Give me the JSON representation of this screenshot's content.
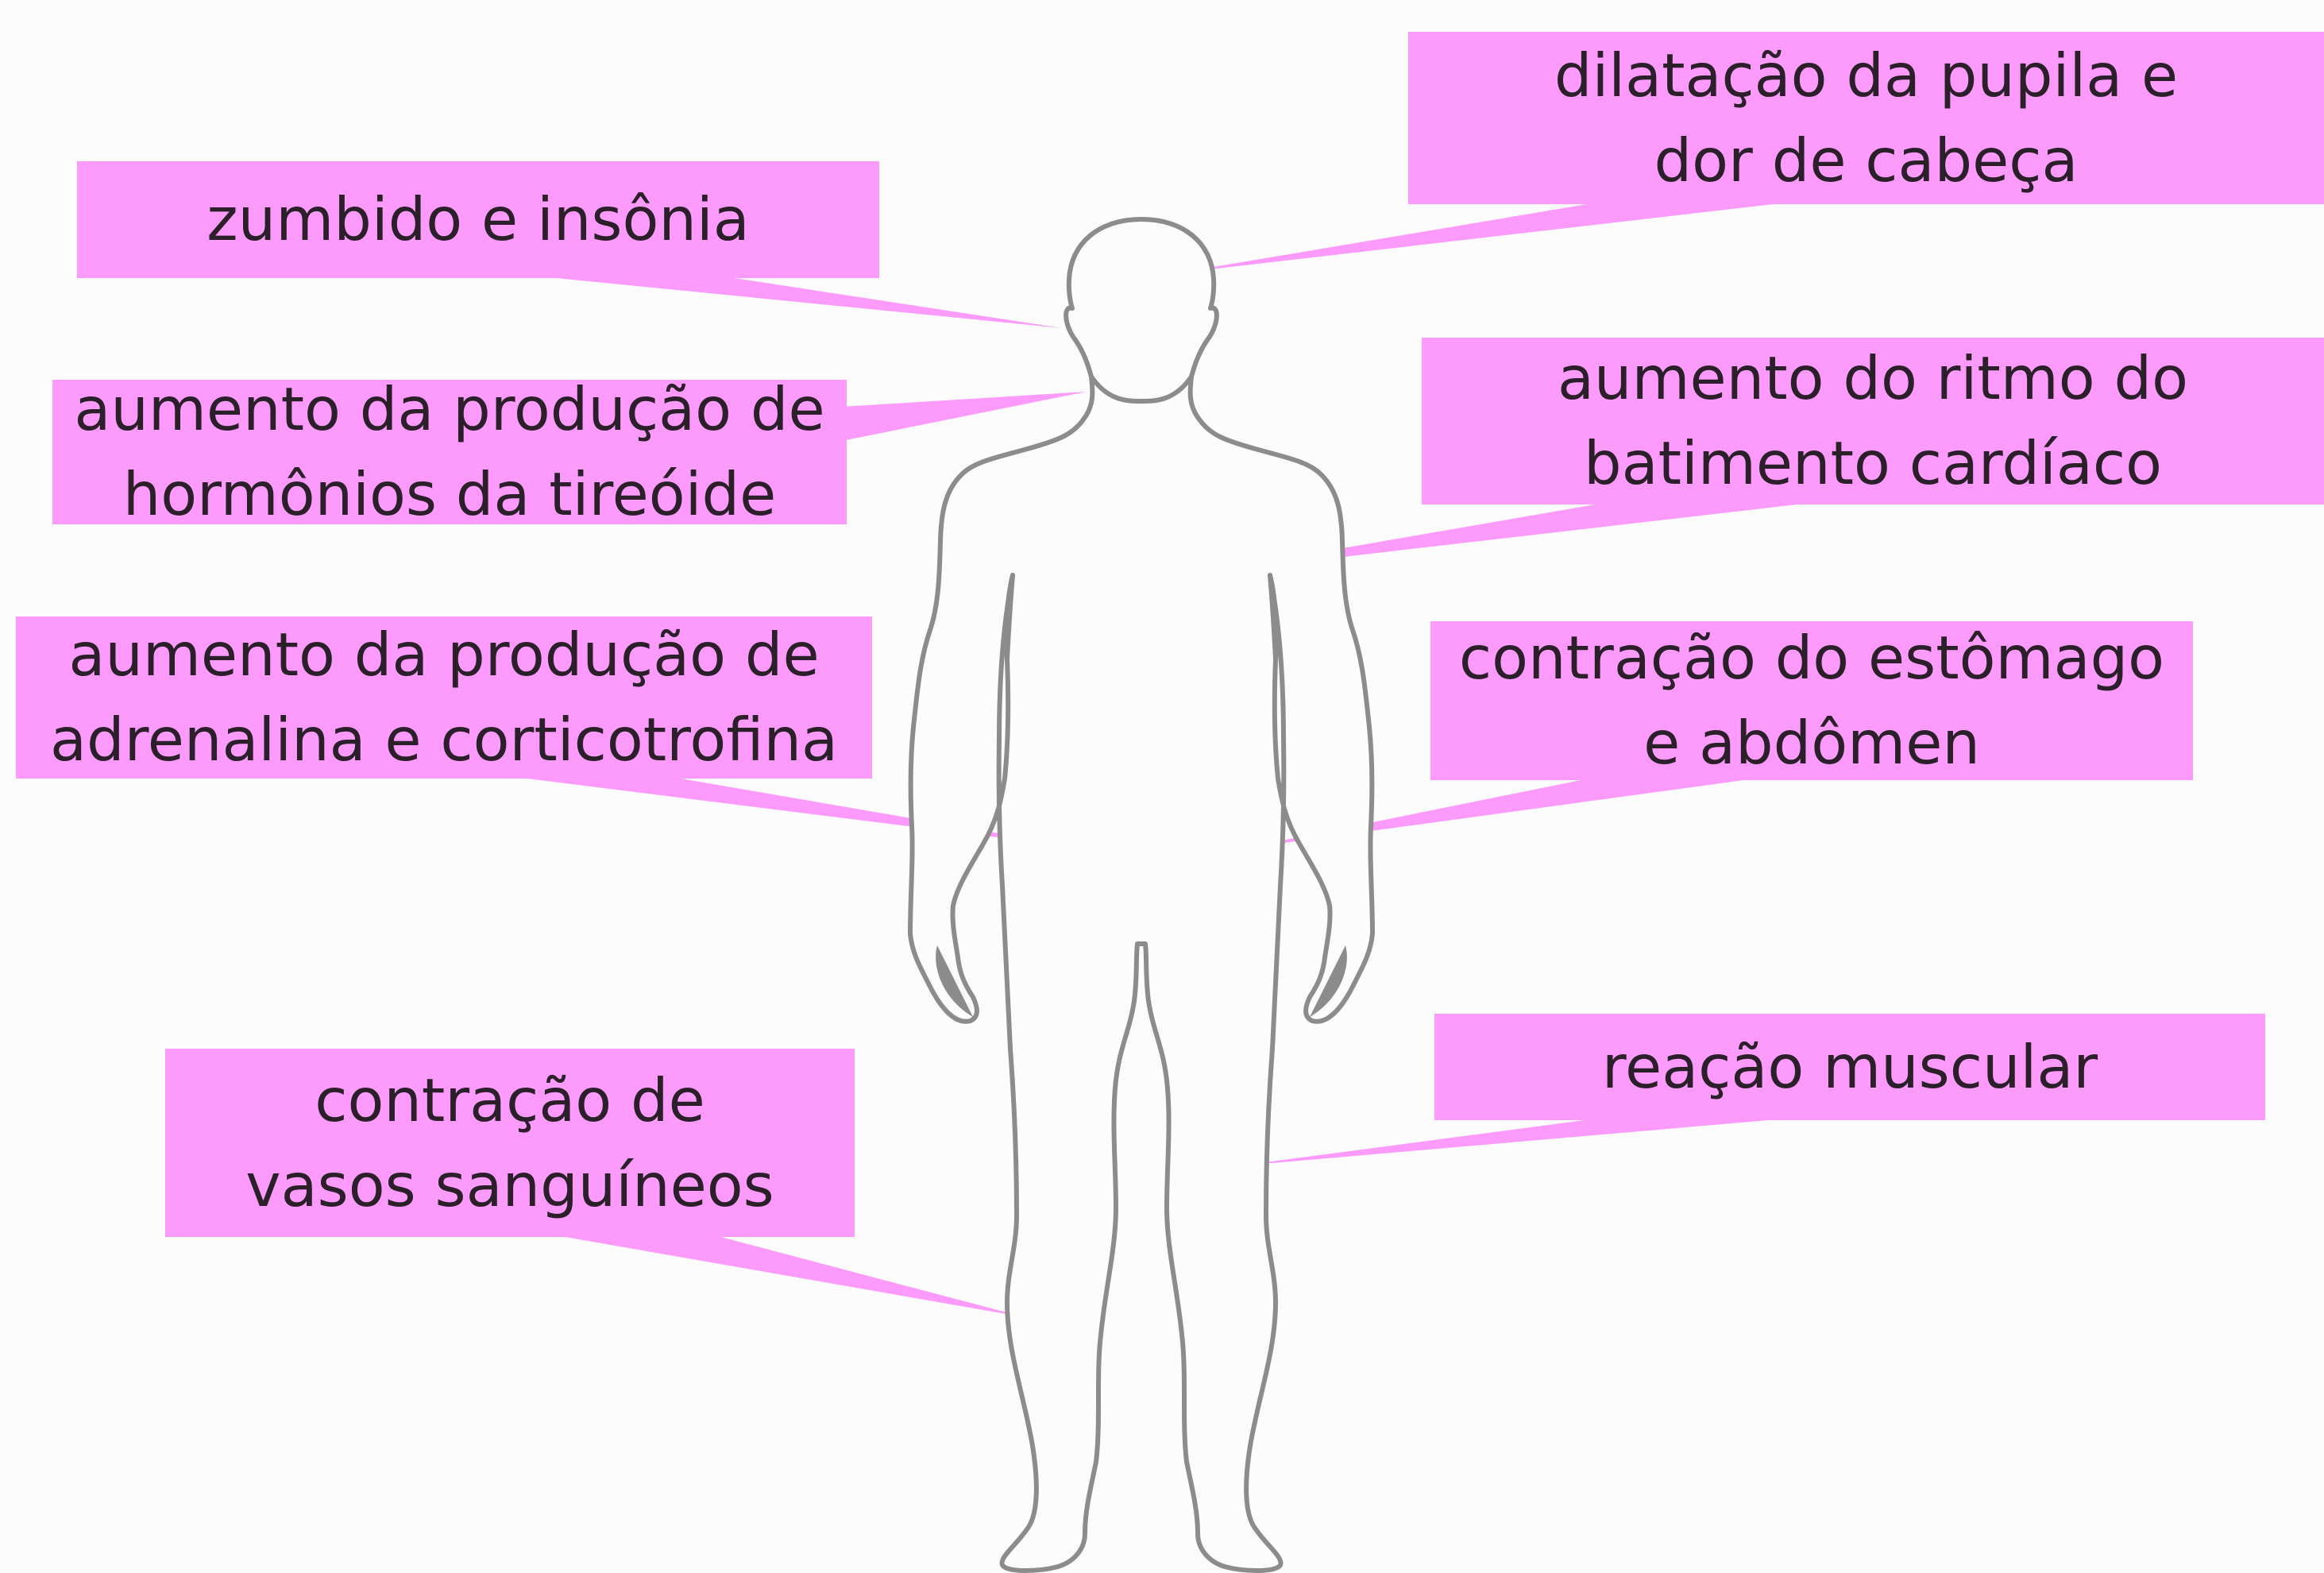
{
  "colors": {
    "callout": "#fd9bfd",
    "outline": "#8c8c8c",
    "text": "#2b1f2a"
  },
  "figure": {
    "icon": "human-body-outline-icon"
  },
  "callouts": {
    "tinnitus": {
      "lines": [
        "zumbido e insônia"
      ]
    },
    "thyroid": {
      "lines": [
        "aumento da produção de",
        "hormônios da tireóide"
      ]
    },
    "adrenaline": {
      "lines": [
        "aumento da produção de",
        "adrenalina e corticotrofina"
      ]
    },
    "vessels": {
      "lines": [
        "contração de",
        "vasos sanguíneos"
      ]
    },
    "pupil": {
      "lines": [
        "dilatação da pupila e",
        "dor de cabeça"
      ]
    },
    "heart": {
      "lines": [
        "aumento do ritmo do",
        "batimento cardíaco"
      ]
    },
    "stomach": {
      "lines": [
        "contração do estômago",
        "e abdômen"
      ]
    },
    "muscle": {
      "lines": [
        "reação muscular"
      ]
    }
  }
}
